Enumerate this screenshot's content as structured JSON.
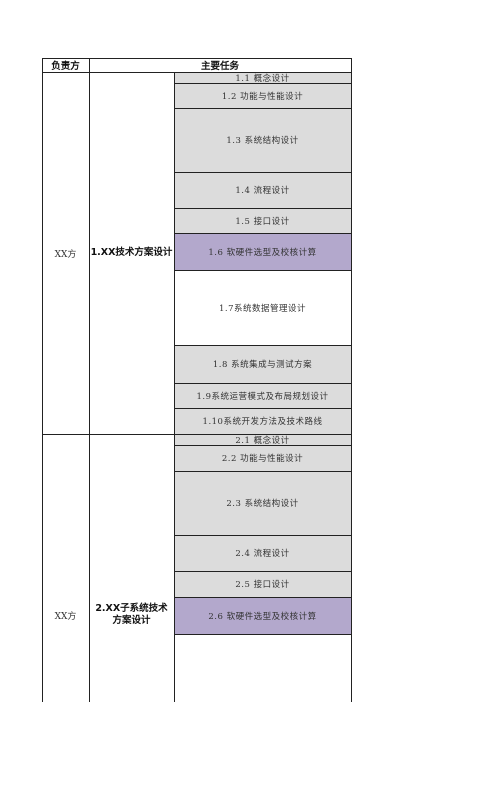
{
  "header": {
    "responsible": "负责方",
    "main_tasks": "主要任务"
  },
  "groups": [
    {
      "responsible": "XX方",
      "category": "1.XX技术方案设计",
      "tasks": [
        "1.1 概念设计",
        "1.2 功能与性能设计",
        "1.3 系统结构设计",
        "1.4 流程设计",
        "1.5 接口设计",
        "1.6 软硬件选型及校核计算",
        "1.7系统数据管理设计",
        "1.8 系统集成与测试方案",
        "1.9系统运营模式及布局规划设计",
        "1.10系统开发方法及技术路线"
      ]
    },
    {
      "responsible": "XX方",
      "category": "2.XX子系统技术方案设计",
      "tasks": [
        "2.1 概念设计",
        "2.2 功能与性能设计",
        "2.3 系统结构设计",
        "2.4 流程设计",
        "2.5 接口设计",
        "2.6 软硬件选型及校核计算"
      ]
    }
  ],
  "colors": {
    "gray": "#dcdcdc",
    "purple": "#b3a8cc",
    "border": "#222222"
  }
}
